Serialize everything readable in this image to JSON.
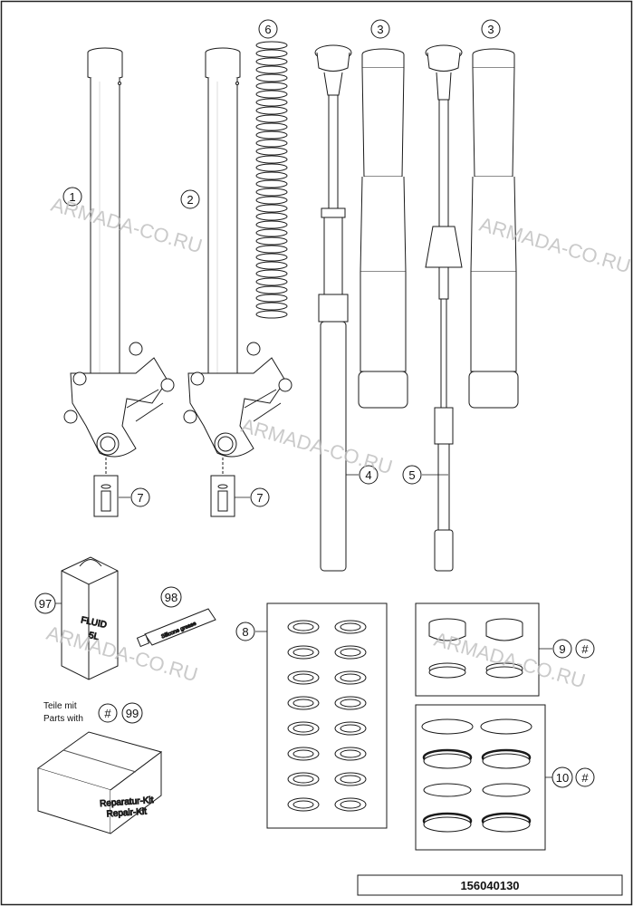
{
  "callouts": {
    "c1": "1",
    "c2": "2",
    "c3a": "3",
    "c3b": "3",
    "c4": "4",
    "c5": "5",
    "c6": "6",
    "c7a": "7",
    "c7b": "7",
    "c8": "8",
    "c9": "9",
    "c10": "10",
    "c97": "97",
    "c98": "98",
    "c99": "99",
    "hash9": "#",
    "hash10": "#",
    "hash99": "#"
  },
  "note": {
    "line1": "Teile mit",
    "line2": "Parts with"
  },
  "kit": {
    "line1": "Reparatur-Kit",
    "line2": "Repair-Kit"
  },
  "can": {
    "line1": "FLUID",
    "line2": "5L"
  },
  "tube_text": "Silicone grease",
  "watermarks": [
    "ARMADA-CO.RU",
    "ARMADA-CO.RU",
    "ARMADA-CO.RU",
    "ARMADA-CO.RU"
  ],
  "diagram_code": "156040130",
  "colors": {
    "line": "#1a1a1a",
    "watermark": "#bdbdbd"
  }
}
